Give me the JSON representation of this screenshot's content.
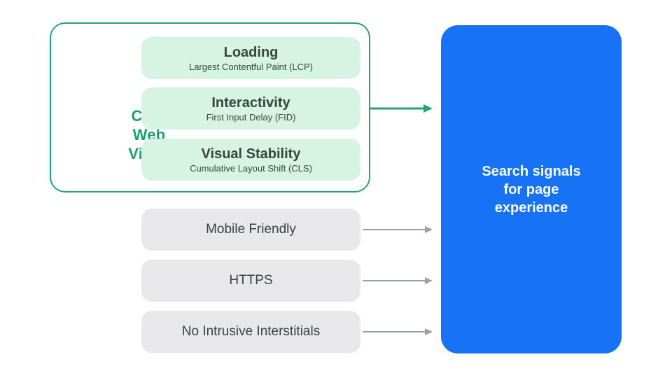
{
  "colors": {
    "accent_green": "#23A376",
    "label_green": "#1BA06D",
    "pill_green_bg": "#D6F3E3",
    "pill_gray_bg": "#E8E8EA",
    "pill_text_dark": "#36453F",
    "gray_text": "#3C4043",
    "arrow_gray": "#9AA0A6",
    "target_blue": "#1772F6",
    "target_text": "#FFFFFF"
  },
  "core_web_vitals": {
    "group_label": "Core Web Vitals",
    "items": [
      {
        "title": "Loading",
        "subtitle": "Largest Contentful Paint (LCP)"
      },
      {
        "title": "Interactivity",
        "subtitle": "First Input Delay (FID)"
      },
      {
        "title": "Visual Stability",
        "subtitle": "Cumulative Layout Shift (CLS)"
      }
    ]
  },
  "other_signals": [
    {
      "label": "Mobile Friendly"
    },
    {
      "label": "HTTPS"
    },
    {
      "label": "No Intrusive Interstitials"
    }
  ],
  "target": {
    "label": "Search signals for page experience"
  }
}
